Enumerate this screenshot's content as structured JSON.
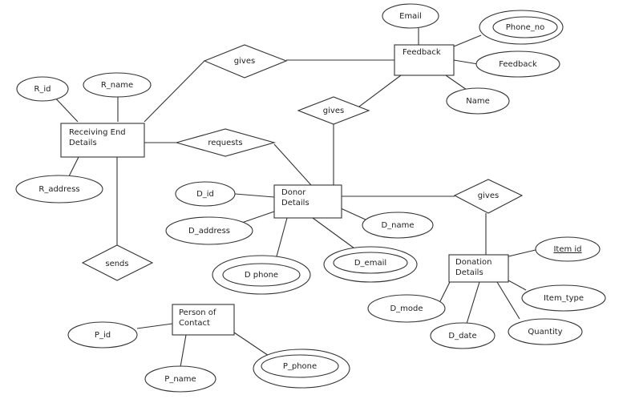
{
  "entities": {
    "receiving_end": [
      "Receiving  End",
      "Details"
    ],
    "feedback": [
      "Feedback"
    ],
    "donor": [
      "Donor",
      "Details"
    ],
    "donation": [
      "Donation",
      "Details"
    ],
    "person_of_contact": [
      "Person of",
      "Contact"
    ]
  },
  "relationships": {
    "gives_top": "gives",
    "gives_mid": "gives",
    "gives_right": "gives",
    "requests": "requests",
    "sends": "sends"
  },
  "attributes": {
    "email": "Email",
    "phone_no": "Phone_no",
    "feedback_attr": "Feedback",
    "name": "Name",
    "r_id": "R_id",
    "r_name": "R_name",
    "r_address": "R_address",
    "d_id": "D_id",
    "d_address": "D_address",
    "d_phone": "D  phone",
    "d_email": "D_email",
    "d_name": "D_name",
    "item_id": "Item  id",
    "item_type": "Item_type",
    "quantity": "Quantity",
    "d_date": "D_date",
    "d_mode": "D_mode",
    "p_id": "P_id",
    "p_name": "P_name",
    "p_phone": "P_phone"
  }
}
